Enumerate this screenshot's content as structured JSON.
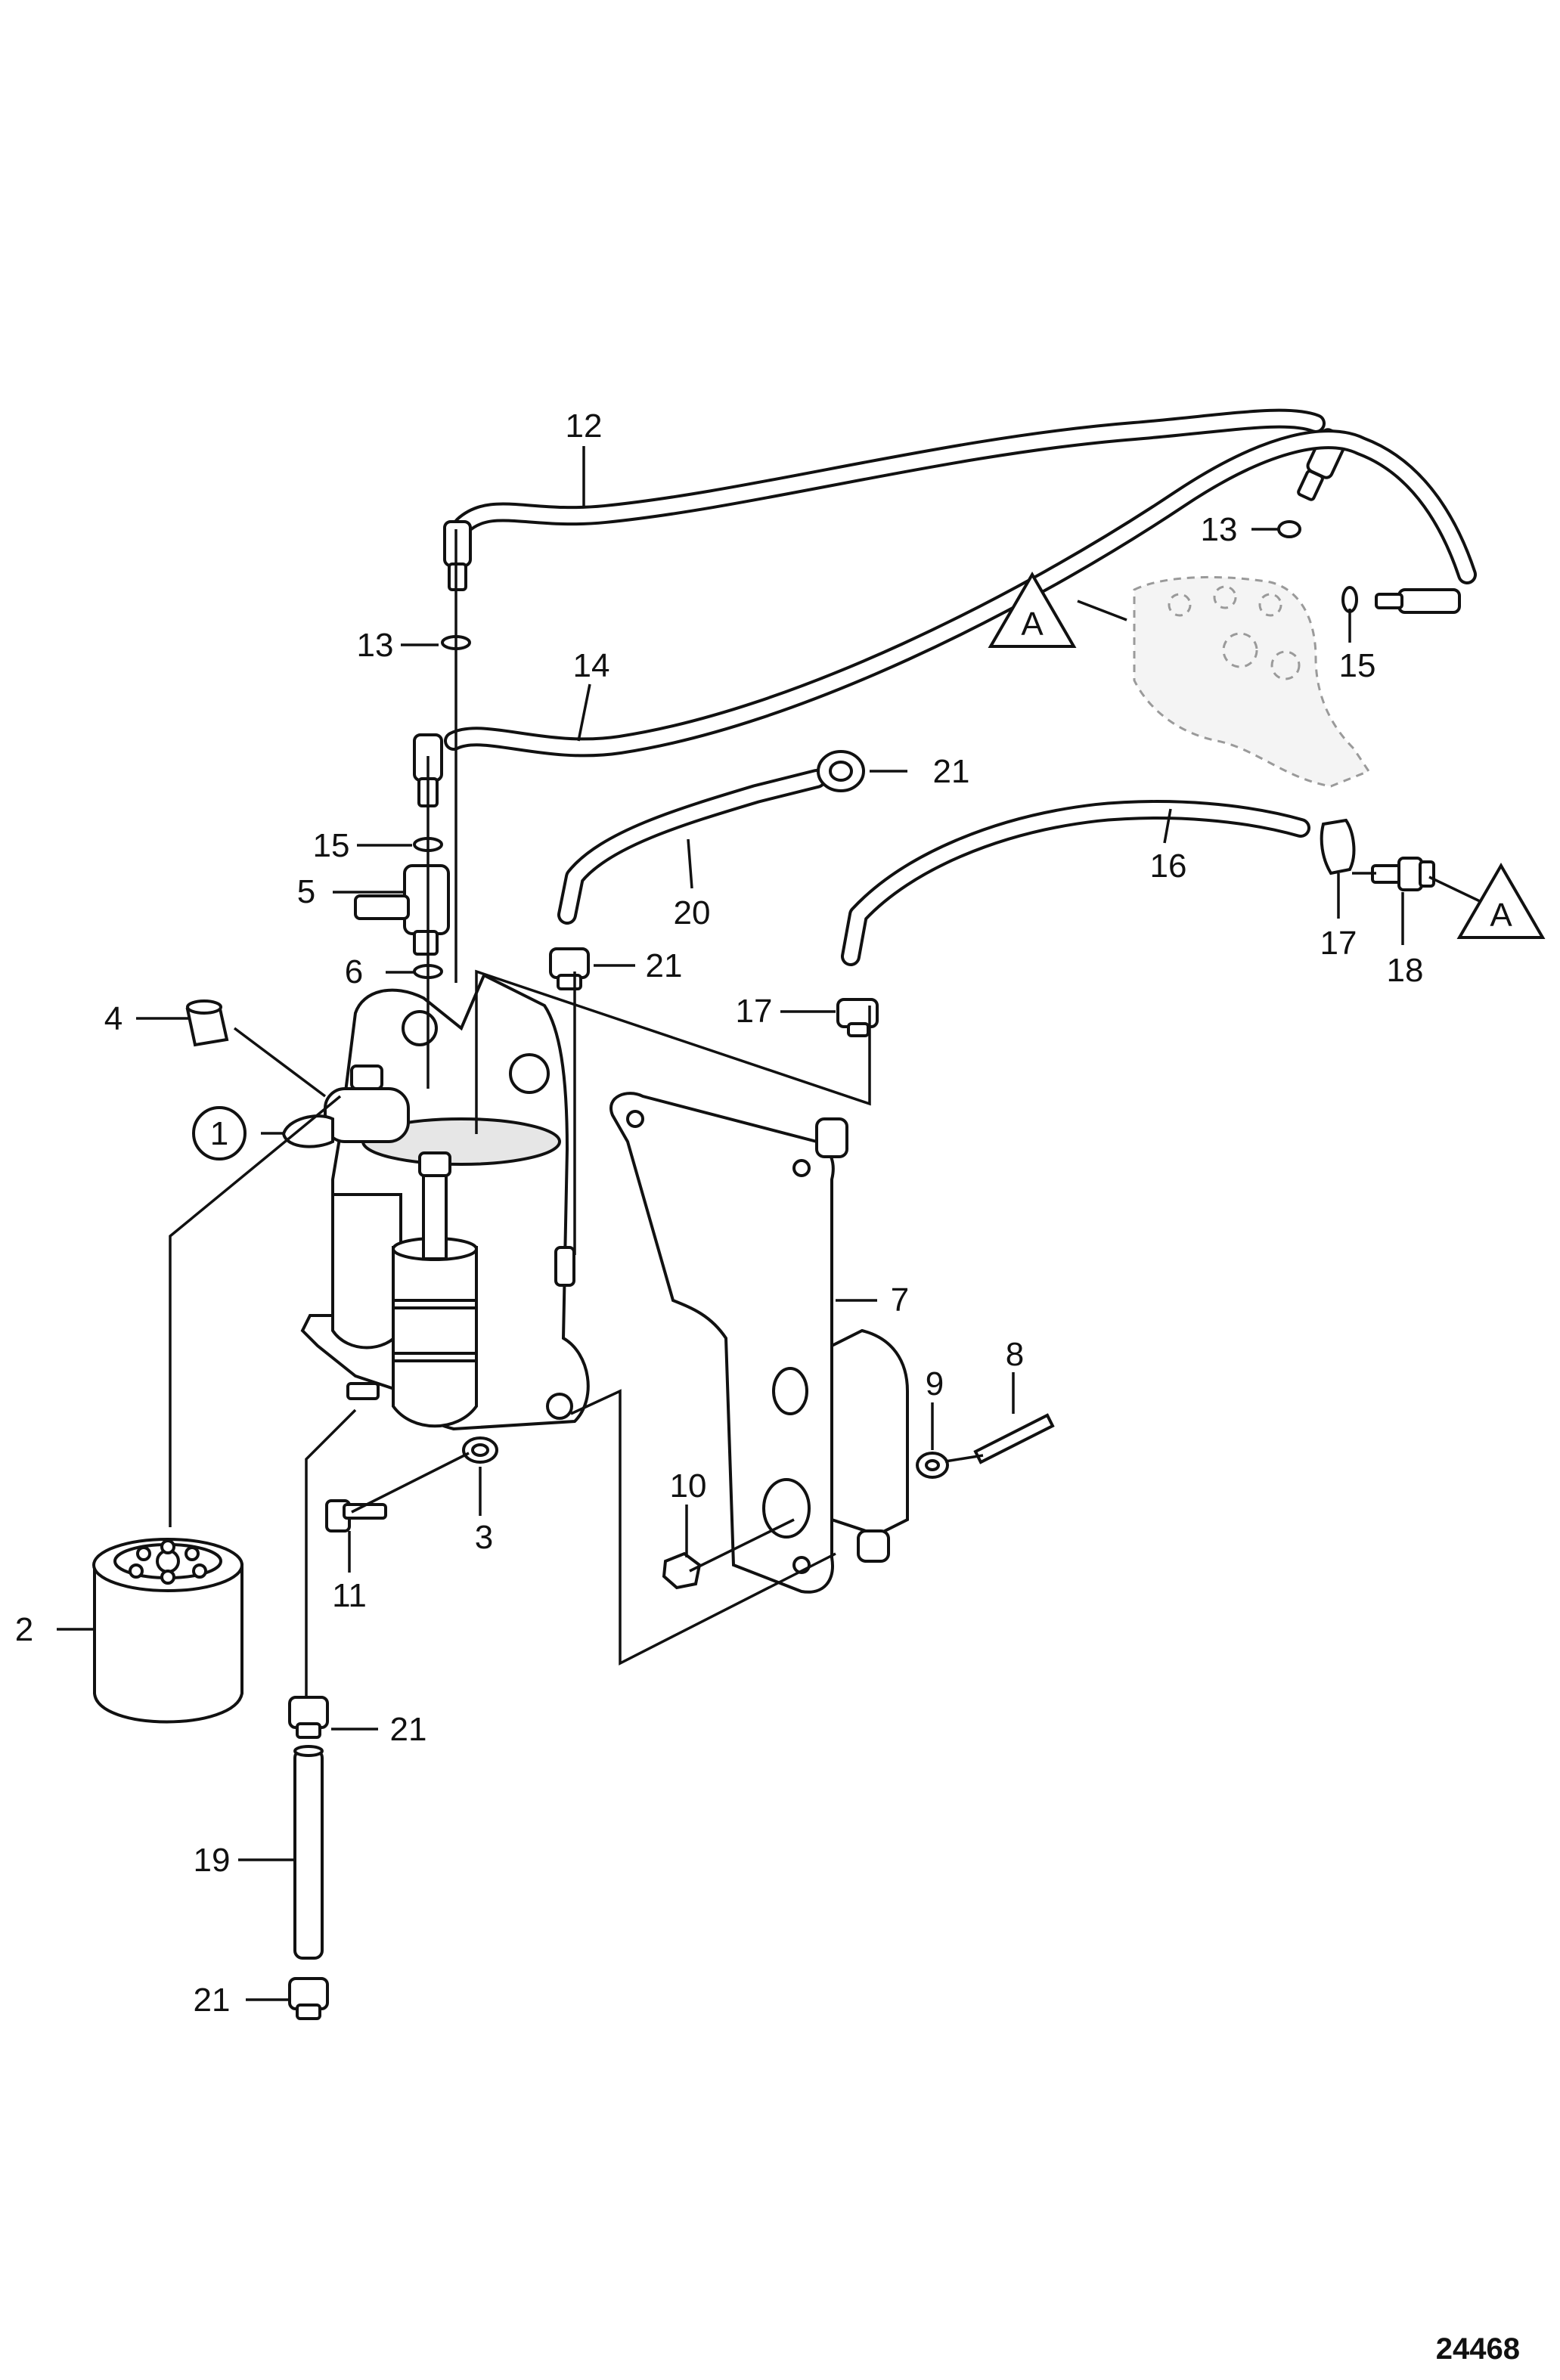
{
  "figure_number": "24468",
  "callouts": [
    {
      "id": "1",
      "text": "1",
      "circled": true
    },
    {
      "id": "2",
      "text": "2"
    },
    {
      "id": "3",
      "text": "3"
    },
    {
      "id": "4",
      "text": "4"
    },
    {
      "id": "5",
      "text": "5"
    },
    {
      "id": "6",
      "text": "6"
    },
    {
      "id": "7",
      "text": "7"
    },
    {
      "id": "8",
      "text": "8"
    },
    {
      "id": "9",
      "text": "9"
    },
    {
      "id": "10",
      "text": "10"
    },
    {
      "id": "11",
      "text": "11"
    },
    {
      "id": "12",
      "text": "12"
    },
    {
      "id": "13a",
      "text": "13"
    },
    {
      "id": "13b",
      "text": "13"
    },
    {
      "id": "14",
      "text": "14"
    },
    {
      "id": "15a",
      "text": "15"
    },
    {
      "id": "15b",
      "text": "15"
    },
    {
      "id": "16",
      "text": "16"
    },
    {
      "id": "17a",
      "text": "17"
    },
    {
      "id": "17b",
      "text": "17"
    },
    {
      "id": "18",
      "text": "18"
    },
    {
      "id": "19",
      "text": "19"
    },
    {
      "id": "20",
      "text": "20"
    },
    {
      "id": "21a",
      "text": "21"
    },
    {
      "id": "21b",
      "text": "21"
    },
    {
      "id": "21c",
      "text": "21"
    },
    {
      "id": "21d",
      "text": "21"
    },
    {
      "id": "21e",
      "text": "21"
    }
  ],
  "reference_markers": [
    {
      "id": "A1",
      "text": "A"
    },
    {
      "id": "A2",
      "text": "A"
    }
  ]
}
